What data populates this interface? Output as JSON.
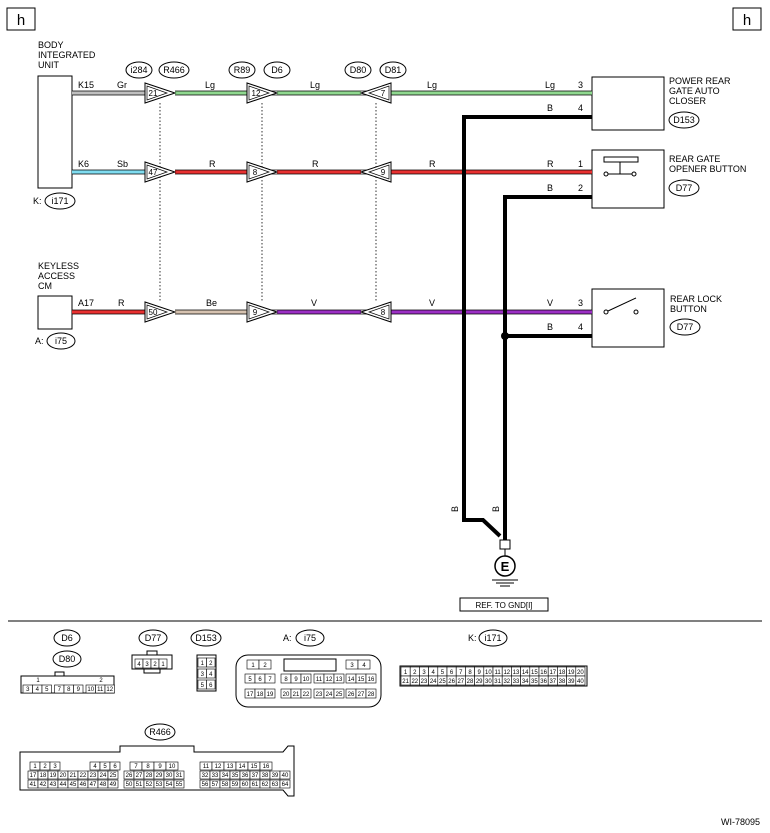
{
  "page_marker": "h",
  "figure_id": "WI-78095",
  "colors": {
    "Lg": "#8fd88f",
    "Gr": "#bfbfbf",
    "Sb": "#7fdcf0",
    "R": "#e83030",
    "Be": "#d6c2b0",
    "V": "#9b2fc4",
    "B": "#000000"
  },
  "components": {
    "biu": {
      "line1": "BODY",
      "line2": "INTEGRATED",
      "line3": "UNIT",
      "prefix": "K:",
      "code": "i171"
    },
    "keyless": {
      "line1": "KEYLESS",
      "line2": "ACCESS",
      "line3": "CM",
      "prefix": "A:",
      "code": "i75"
    },
    "closer": {
      "line1": "POWER REAR",
      "line2": "GATE AUTO",
      "line3": "CLOSER",
      "code": "D153"
    },
    "opener": {
      "line1": "REAR GATE",
      "line2": "OPENER BUTTON",
      "code": "D77"
    },
    "lock": {
      "line1": "REAR LOCK",
      "line2": "BUTTON",
      "code": "D77"
    }
  },
  "connectors": {
    "c1_top": "i284",
    "c1_bot": "R466",
    "c2_top": "R89",
    "c2_bot": "D6",
    "c3_top": "D80",
    "c3_bot": "D81"
  },
  "wires": {
    "row1": {
      "term": "K15",
      "seg": [
        "Gr",
        "Lg",
        "Lg",
        "Lg"
      ],
      "pins": [
        "21",
        "12",
        "7"
      ],
      "end_pin": "3"
    },
    "row2": {
      "term": "K6",
      "seg": [
        "Sb",
        "R",
        "R",
        "R"
      ],
      "pins": [
        "47",
        "8",
        "9"
      ],
      "end_pin": "1"
    },
    "row3": {
      "term": "A17",
      "seg": [
        "R",
        "Be",
        "V",
        "V"
      ],
      "pins": [
        "50",
        "9",
        "8"
      ],
      "end_pin": "3"
    },
    "gnd_closer": {
      "color": "B",
      "pin": "4"
    },
    "gnd_opener": {
      "color": "B",
      "pin": "2"
    },
    "gnd_lock": {
      "color": "B",
      "pin": "4"
    },
    "vert1": "B",
    "vert2": "B"
  },
  "ground": {
    "symbol": "E",
    "ref": "REF. TO GND[I]"
  },
  "legend": {
    "d6": "D6",
    "d80": "D80",
    "d77": "D77",
    "d153": "D153",
    "i75_prefix": "A:",
    "i75": "i75",
    "i171_prefix": "K:",
    "i171": "i171",
    "r466": "R466",
    "d6_cells_top": [
      "1",
      "2"
    ],
    "d6_cells_bottom": [
      "3",
      "4",
      "5",
      "7",
      "8",
      "9",
      "10",
      "11",
      "12"
    ],
    "d77_cells": [
      "4",
      "3",
      "2",
      "1"
    ],
    "d153_cells": [
      "1",
      "2",
      "3",
      "4",
      "5",
      "6"
    ],
    "i75_row1": [
      "1",
      "2",
      "3",
      "4"
    ],
    "i75_row2": [
      "5",
      "6",
      "7",
      "8",
      "9",
      "10",
      "11",
      "12",
      "13",
      "14",
      "15",
      "16"
    ],
    "i75_row3": [
      "17",
      "18",
      "19",
      "20",
      "21",
      "22",
      "23",
      "24",
      "25",
      "26",
      "27",
      "28"
    ],
    "i171_row1": [
      "1",
      "2",
      "3",
      "4",
      "5",
      "6",
      "7",
      "8",
      "9",
      "10",
      "11",
      "12",
      "13",
      "14",
      "15",
      "16",
      "17",
      "18",
      "19",
      "20"
    ],
    "i171_row2": [
      "21",
      "22",
      "23",
      "24",
      "25",
      "26",
      "27",
      "28",
      "29",
      "30",
      "31",
      "32",
      "33",
      "34",
      "35",
      "36",
      "37",
      "38",
      "39",
      "40"
    ],
    "r466_a1": [
      "1",
      "2",
      "3",
      "4",
      "5",
      "6"
    ],
    "r466_a2": [
      "17",
      "18",
      "19",
      "20",
      "21",
      "22",
      "23",
      "24",
      "25"
    ],
    "r466_a3": [
      "41",
      "42",
      "43",
      "44",
      "45",
      "46",
      "47",
      "48",
      "49"
    ],
    "r466_b1": [
      "7",
      "8",
      "9",
      "10"
    ],
    "r466_b2": [
      "26",
      "27",
      "28",
      "29",
      "30",
      "31"
    ],
    "r466_b3": [
      "50",
      "51",
      "52",
      "53",
      "54",
      "55"
    ],
    "r466_c1": [
      "11",
      "12",
      "13",
      "14",
      "15",
      "16"
    ],
    "r466_c2": [
      "32",
      "33",
      "34",
      "35",
      "36",
      "37",
      "38",
      "39",
      "40"
    ],
    "r466_c3": [
      "56",
      "57",
      "58",
      "59",
      "60",
      "61",
      "62",
      "63",
      "64"
    ]
  }
}
